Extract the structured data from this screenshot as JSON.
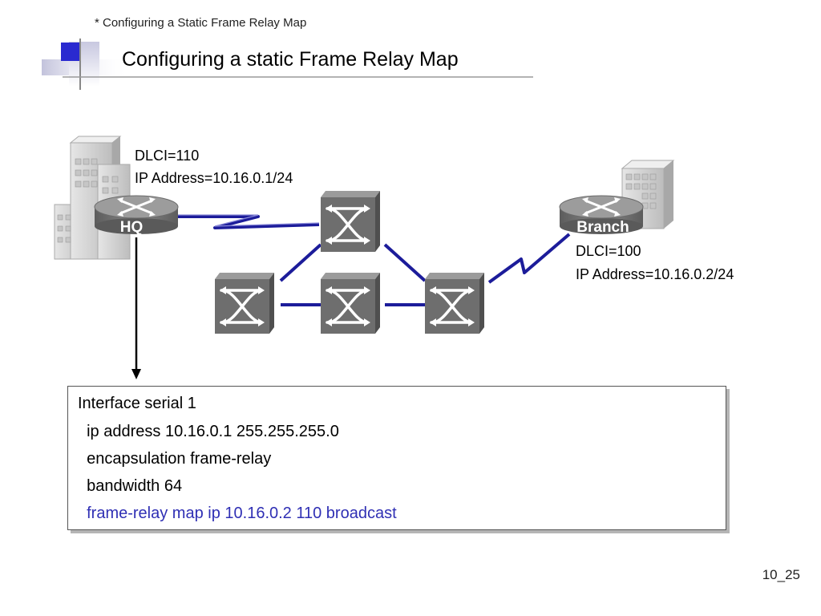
{
  "header": {
    "note": "* Configuring a Static Frame Relay Map",
    "title": "Configuring a static Frame Relay Map"
  },
  "diagram": {
    "hq": {
      "router_label": "HQ",
      "dlci": "DLCI=110",
      "ip": "IP Address=10.16.0.1/24"
    },
    "branch": {
      "router_label": "Branch",
      "dlci": "DLCI=100",
      "ip": "IP Address=10.16.0.2/24"
    },
    "colors": {
      "link": "#1c1c9a",
      "switch_face": "#6e6e6e",
      "router_body": "#707070",
      "building": "#d9d9d9"
    }
  },
  "config": {
    "lines": [
      "Interface serial 1",
      "  ip address 10.16.0.1 255.255.255.0",
      "  encapsulation frame-relay",
      "  bandwidth 64",
      "  frame-relay map ip 10.16.0.2 110 broadcast"
    ],
    "highlight_color": "#2f2fb4"
  },
  "footer": {
    "page_number": "10_25"
  }
}
